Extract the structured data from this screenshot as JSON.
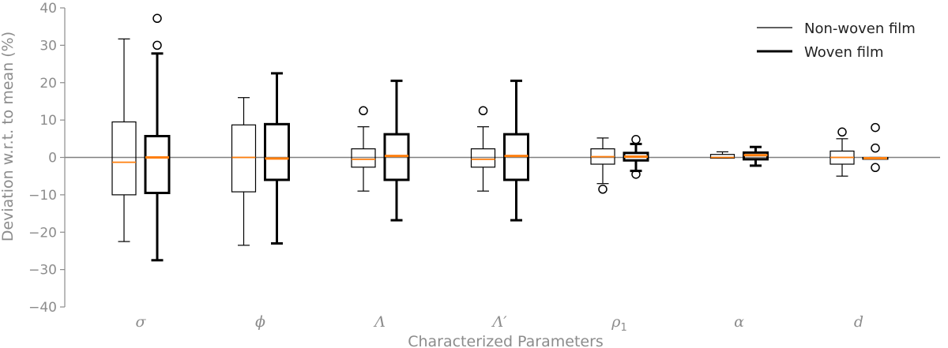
{
  "chart_data": {
    "type": "box",
    "title": "",
    "xlabel": "Characterized Parameters",
    "ylabel": "Deviation w.r.t. to mean (%)",
    "ylim": [
      -40,
      40
    ],
    "yticks": [
      40,
      30,
      20,
      10,
      0,
      -10,
      -20,
      -30,
      -40
    ],
    "ytick_labels": [
      "40",
      "30",
      "20",
      "10",
      "0",
      "−10",
      "−20",
      "−30",
      "−40"
    ],
    "categories": [
      "σ",
      "ϕ",
      "Λ",
      "Λ′",
      "ρ1",
      "α",
      "d"
    ],
    "reference_line": 0,
    "legend_position": "top-right",
    "colors": {
      "median": "#ff7f0e",
      "box": "#000000",
      "zero_line": "#808080",
      "axis": "#8c8c8c"
    },
    "series": [
      {
        "name": "Non-woven film",
        "style": "thin",
        "boxes": [
          {
            "whislo": -22.5,
            "q1": -10.0,
            "med": -1.3,
            "q3": 9.5,
            "whishi": 31.7,
            "fliers": []
          },
          {
            "whislo": -23.5,
            "q1": -9.2,
            "med": 0.0,
            "q3": 8.7,
            "whishi": 16.0,
            "fliers": []
          },
          {
            "whislo": -9.0,
            "q1": -2.6,
            "med": -0.5,
            "q3": 2.3,
            "whishi": 8.2,
            "fliers": [
              12.5
            ]
          },
          {
            "whislo": -9.0,
            "q1": -2.6,
            "med": -0.5,
            "q3": 2.3,
            "whishi": 8.2,
            "fliers": [
              12.5
            ]
          },
          {
            "whislo": -7.0,
            "q1": -1.8,
            "med": 0.2,
            "q3": 2.3,
            "whishi": 5.2,
            "fliers": [
              -8.5
            ]
          },
          {
            "whislo": -0.2,
            "q1": -0.2,
            "med": 0.0,
            "q3": 0.8,
            "whishi": 1.5,
            "fliers": []
          },
          {
            "whislo": -5.0,
            "q1": -1.8,
            "med": 0.0,
            "q3": 1.7,
            "whishi": 5.0,
            "fliers": [
              6.8
            ]
          }
        ]
      },
      {
        "name": "Woven film",
        "style": "thick",
        "boxes": [
          {
            "whislo": -27.5,
            "q1": -9.5,
            "med": 0.0,
            "q3": 5.7,
            "whishi": 27.8,
            "fliers": [
              30.0,
              37.2
            ]
          },
          {
            "whislo": -23.0,
            "q1": -6.0,
            "med": -0.3,
            "q3": 8.9,
            "whishi": 22.5,
            "fliers": []
          },
          {
            "whislo": -16.8,
            "q1": -6.0,
            "med": 0.4,
            "q3": 6.2,
            "whishi": 20.5,
            "fliers": []
          },
          {
            "whislo": -16.8,
            "q1": -6.0,
            "med": 0.4,
            "q3": 6.2,
            "whishi": 20.5,
            "fliers": []
          },
          {
            "whislo": -3.6,
            "q1": -0.8,
            "med": 0.2,
            "q3": 1.2,
            "whishi": 3.6,
            "fliers": [
              4.8,
              -4.5
            ]
          },
          {
            "whislo": -2.2,
            "q1": -0.5,
            "med": 0.6,
            "q3": 1.3,
            "whishi": 2.8,
            "fliers": []
          },
          {
            "whislo": -0.2,
            "q1": -0.2,
            "med": -0.2,
            "q3": -0.2,
            "whishi": -0.2,
            "fliers": [
              8.0,
              2.5,
              -2.7
            ]
          }
        ]
      }
    ]
  }
}
